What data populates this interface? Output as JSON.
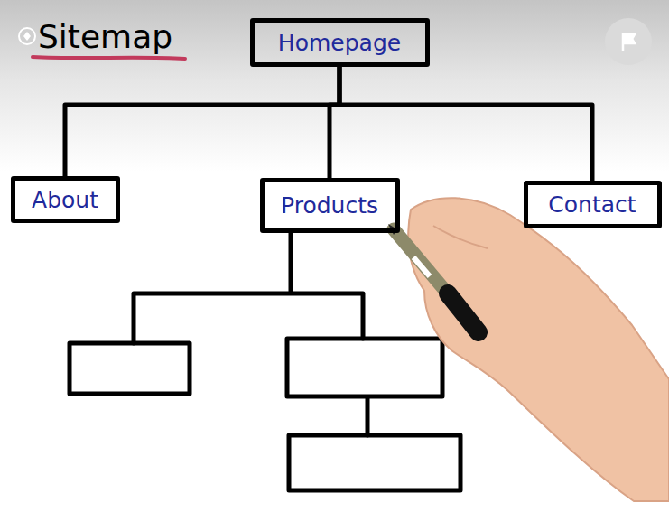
{
  "diagram": {
    "title": "Sitemap",
    "nodes": [
      {
        "text": [
          "Homepage"
        ]
      },
      {
        "text": [
          "About"
        ]
      },
      {
        "text": [
          "Products"
        ]
      },
      {
        "text": [
          "Contact"
        ]
      }
    ],
    "edges": [
      {
        "from": 0,
        "to": 1,
        "arrow": "none"
      },
      {
        "from": 0,
        "to": 2,
        "arrow": "none"
      },
      {
        "from": 0,
        "to": 3,
        "arrow": "none"
      }
    ]
  }
}
